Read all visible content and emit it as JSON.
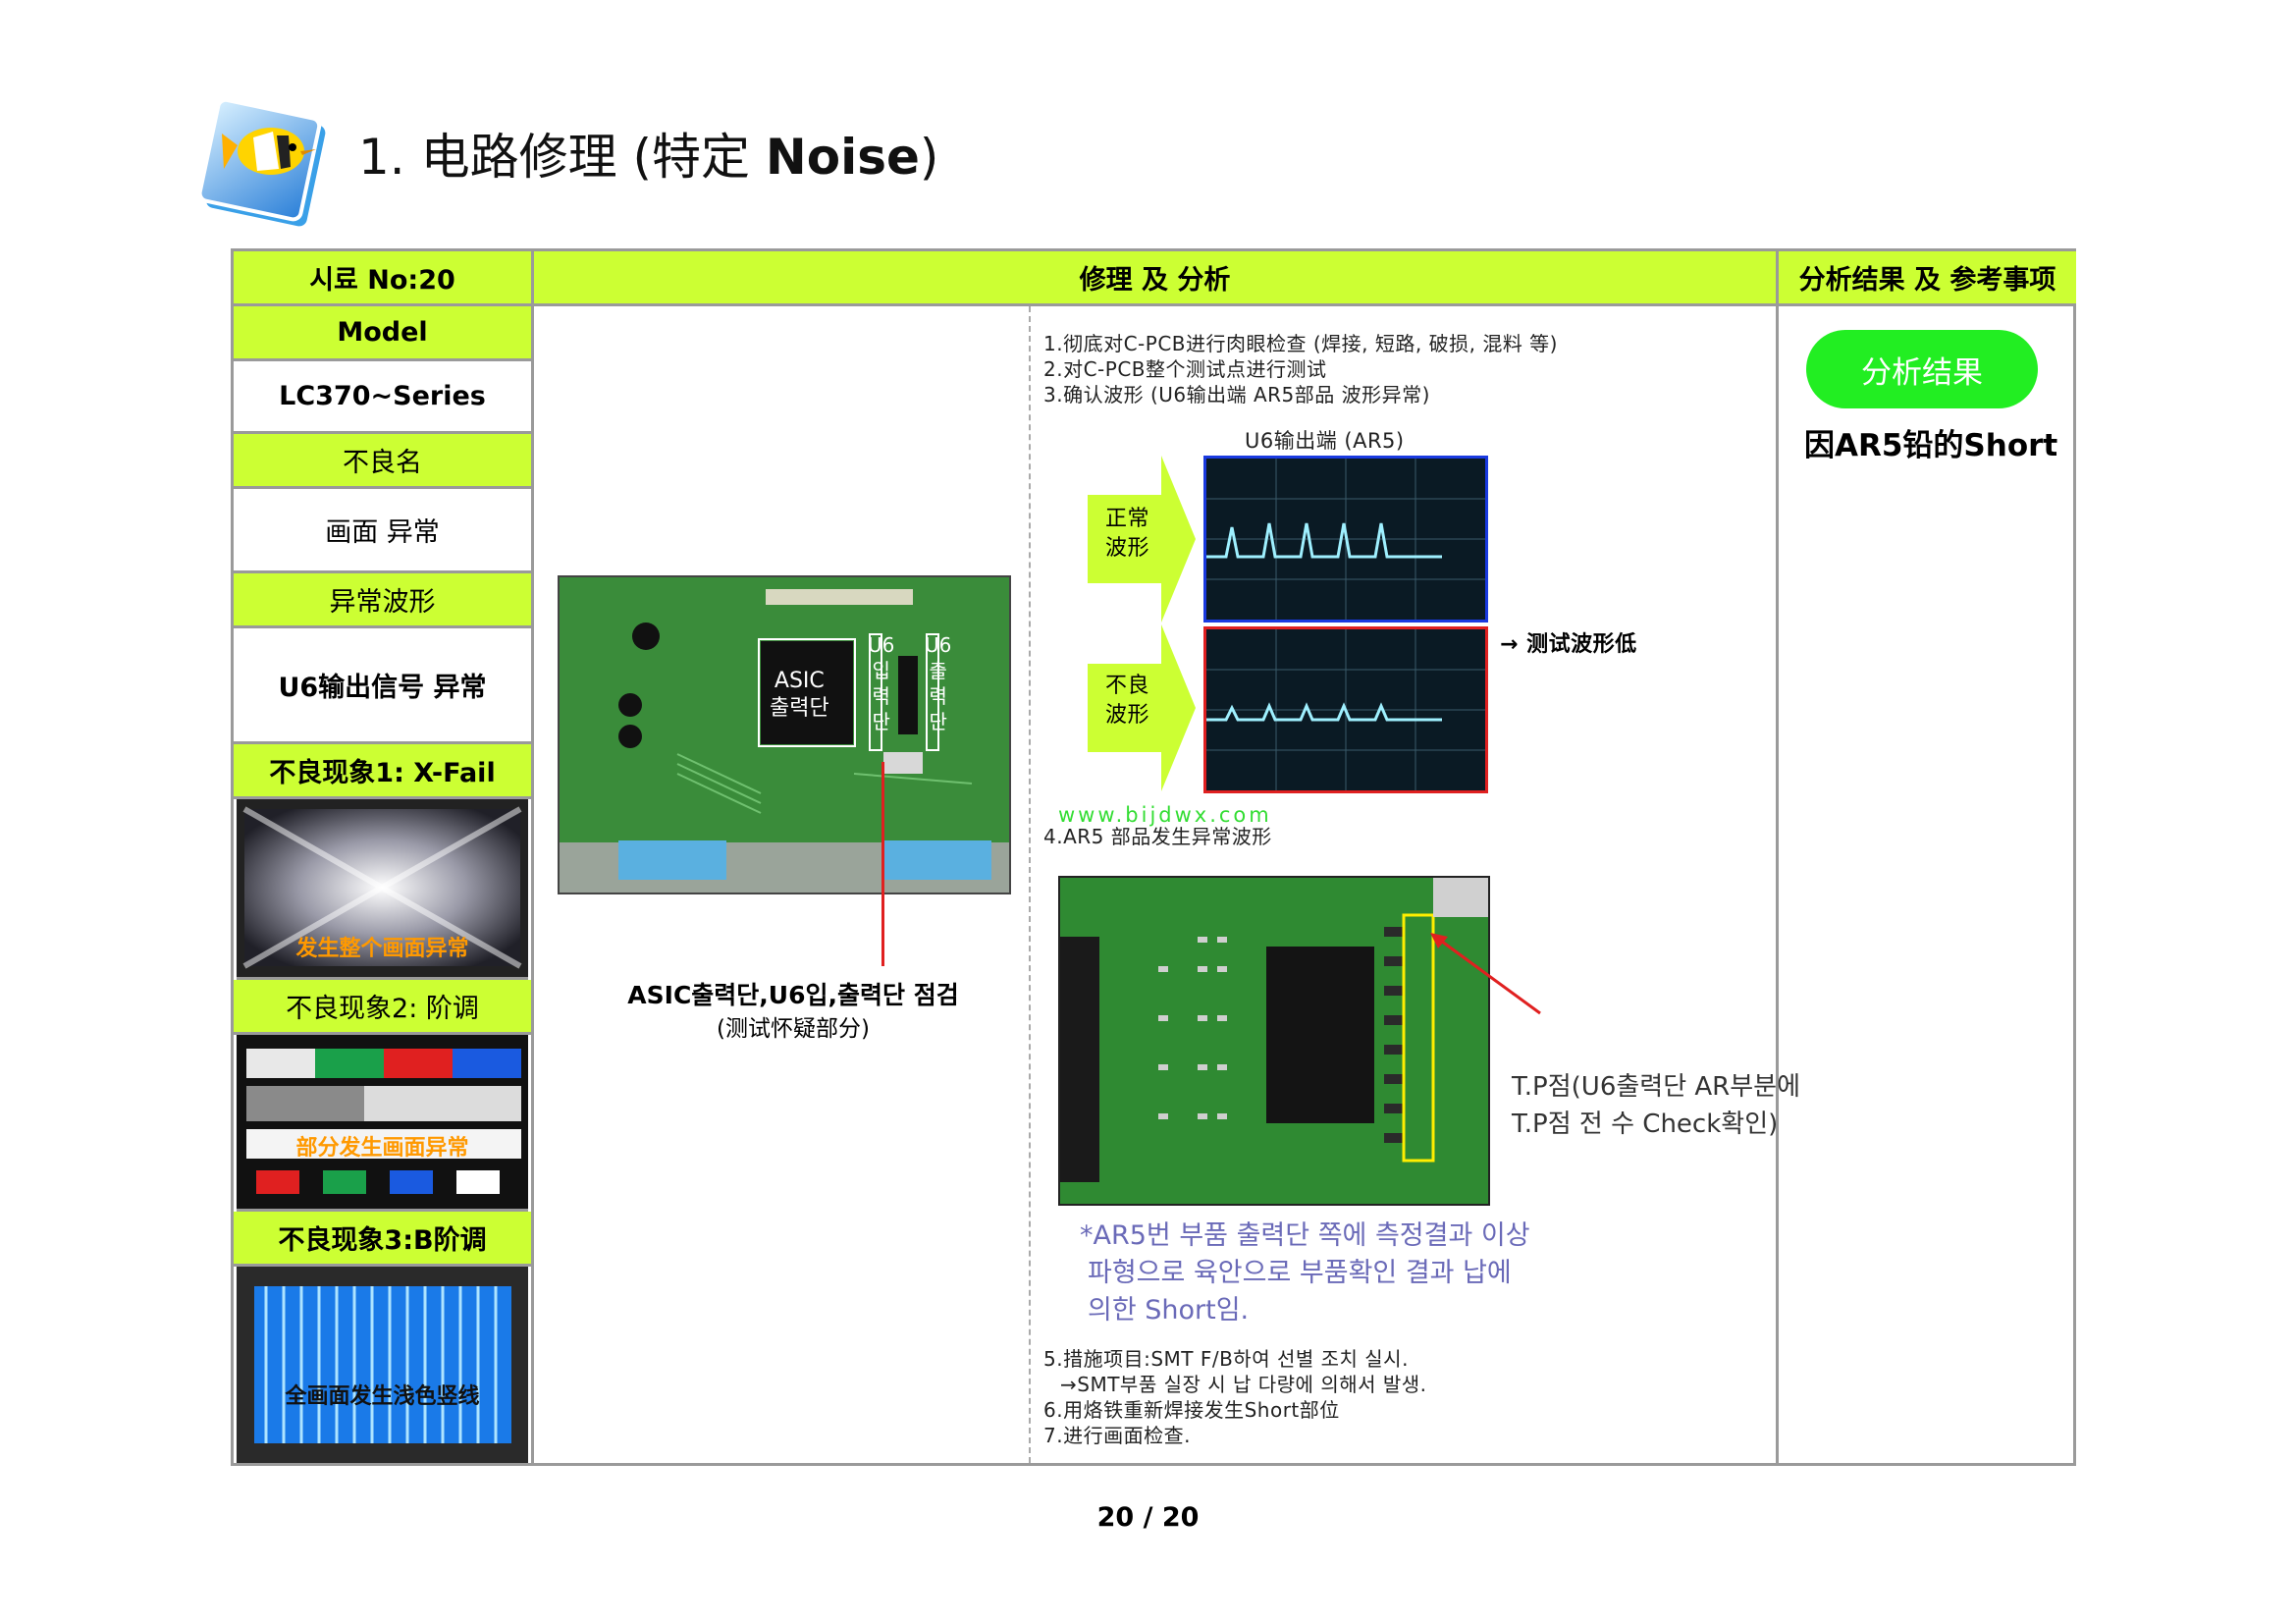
{
  "page": {
    "title_prefix": "1. 电路修理 (特定 ",
    "title_bold": "Noise",
    "title_suffix": ")",
    "page_number": "20 / 20"
  },
  "table": {
    "headers": {
      "sample": "시료 No:20",
      "repair": "修理 及 分析",
      "result": "分析结果 及 参考事项"
    },
    "left": {
      "model_label": "Model",
      "model_value": "LC370~Series",
      "defect_label": "不良名",
      "defect_value": "画面 异常",
      "waveform_label": "异常波形",
      "waveform_value": "U6输出信号 异常",
      "phen1_label": "不良现象1: X-Fail",
      "phen1_caption": "发生整个画面异常",
      "phen2_label": "不良现象2: 阶调",
      "phen2_caption": "部分发生画面异常",
      "phen3_label": "不良现象3:B阶调",
      "phen3_caption": "全画面发生浅色竖线"
    },
    "board": {
      "asic_label": "ASIC\n출력단",
      "u6_in": "U6\n입\n력\n단",
      "u6_out": "U6\n출\n력\n단",
      "caption": "ASIC출력단,U6입,출력단 점검",
      "sub_caption": "(测试怀疑部分)"
    },
    "steps": {
      "s1": "1.彻底对C-PCB进行肉眼检查 (焊接, 短路, 破损, 混料 等)",
      "s2": "2.对C-PCB整个测试点进行测试",
      "s3": "3.确认波形 (U6输出端 AR5部品 波形异常)",
      "wave_title": "U6输出端 (AR5)",
      "normal_label": "正常\n波形",
      "bad_label": "不良\n波形",
      "low_note": "→ 测试波形低",
      "watermark": "www.bijdwx.com",
      "s4": "4.AR5 部品发生异常波形",
      "tp_note_1": "T.P점(U6출력단 AR부분에",
      "tp_note_2": "T.P점 전 수 Check확인)",
      "kr_note_1": "*AR5번 부품 출력단 쪽에 측정결과 이상",
      "kr_note_2": "파형으로 육안으로 부품확인 결과 납에",
      "kr_note_3": "의한 Short임.",
      "s5": "5.措施项目:SMT F/B하여 선별 조치 실시.",
      "s5b": "→SMT부품 실장 시 납 다량에 의해서 발생.",
      "s6": "6.用烙铁重新焊接发生Short部位",
      "s7": "7.进行画面检查."
    },
    "result": {
      "button": "分析结果",
      "text": "因AR5铅的Short"
    }
  }
}
